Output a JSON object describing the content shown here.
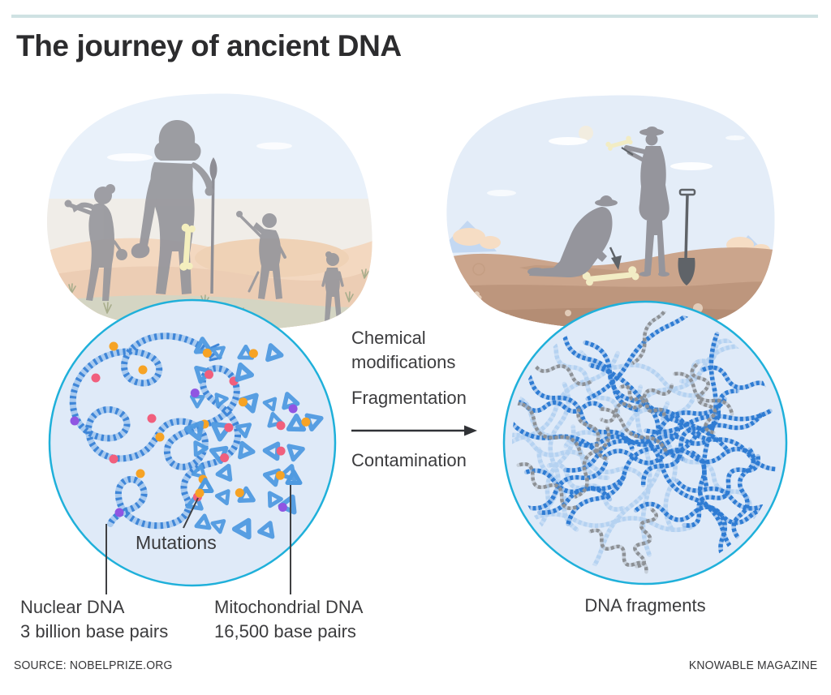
{
  "title": "The journey of ancient DNA",
  "process": {
    "step1": "Chemical modifications",
    "step2": "Fragmentation",
    "step3": "Contamination"
  },
  "labels": {
    "mutations": "Mutations",
    "nuclear_dna": "Nuclear DNA",
    "nuclear_dna_detail": "3 billion base pairs",
    "mitochondrial_dna": "Mitochondrial DNA",
    "mitochondrial_dna_detail": "16,500 base pairs",
    "dna_fragments": "DNA fragments"
  },
  "footer": {
    "source": "SOURCE: NOBELPRIZE.ORG",
    "credit": "KNOWABLE MAGAZINE"
  },
  "colors": {
    "accent_line": "#cfe2e3",
    "title_text": "#2c2c2e",
    "body_text": "#3c3c3e",
    "circle_border": "#1fb0da",
    "circle_fill": "#dfeaf8",
    "dna_blue": "#2f7cd3",
    "dna_blue_light": "#b5d2f1",
    "dna_mid_blue": "#4f9ae0",
    "contamination_gray": "#8d9196",
    "mutation_orange": "#f6a325",
    "mutation_pink": "#f15f7d",
    "mutation_purple": "#9055e2",
    "silhouette_gray": "#97979d",
    "bone_cream": "#f2ecc4",
    "bone_highlight": "#f4efbe",
    "sky_blue": "#e9f1fa",
    "sand_peach": "#f3d8c0",
    "soil_brown": "#cba58c"
  }
}
